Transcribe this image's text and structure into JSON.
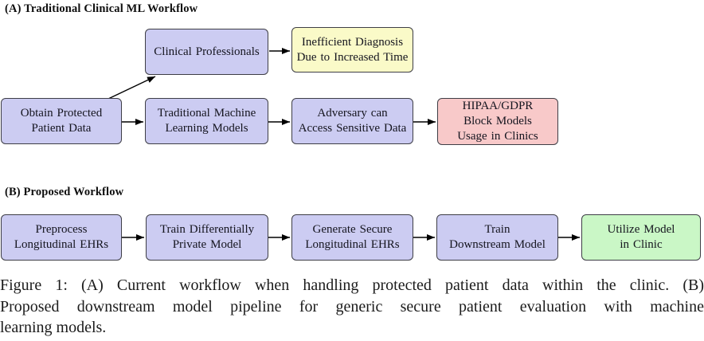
{
  "colors": {
    "node_fill_lavender": "#CCCCF2",
    "node_fill_yellow": "#FAFAC8",
    "node_fill_pink": "#F8C9C9",
    "node_fill_green": "#CAF7C6",
    "node_border": "#3E3E46",
    "arrow": "#000000",
    "node_text": "#14141E"
  },
  "section_a": {
    "label": "(A) Traditional Clinical ML Workflow",
    "nodes": {
      "obtain": {
        "lines": [
          "Obtain Protected",
          "Patient Data"
        ]
      },
      "clinical": {
        "lines": [
          "Clinical Professionals"
        ]
      },
      "inefficient": {
        "lines": [
          "Inefficient Diagnosis",
          "Due to Increased Time"
        ]
      },
      "traditional": {
        "lines": [
          "Traditional Machine",
          "Learning Models"
        ]
      },
      "adversary": {
        "lines": [
          "Adversary can",
          "Access Sensitive Data"
        ]
      },
      "hipaa": {
        "lines": [
          "HIPAA/GDPR",
          "Block Models",
          "Usage in Clinics"
        ]
      }
    }
  },
  "section_b": {
    "label": "(B) Proposed Workflow",
    "nodes": {
      "preprocess": {
        "lines": [
          "Preprocess",
          "Longitudinal EHRs"
        ]
      },
      "train_dp": {
        "lines": [
          "Train Differentially",
          "Private Model"
        ]
      },
      "generate": {
        "lines": [
          "Generate Secure",
          "Longitudinal EHRs"
        ]
      },
      "train_downstream": {
        "lines": [
          "Train",
          "Downstream Model"
        ]
      },
      "utilize": {
        "lines": [
          "Utilize Model",
          "in Clinic"
        ]
      }
    }
  },
  "caption": {
    "lines": [
      "Figure 1: (A) Current workflow when handling protected patient data within the clinic. (B)",
      "Proposed downstream model pipeline for generic secure patient evaluation with machine",
      "learning models."
    ],
    "full": "Figure 1: (A) Current workflow when handling protected patient data within the clinic. (B) Proposed downstream model pipeline for generic secure patient evaluation with machine learning models."
  }
}
